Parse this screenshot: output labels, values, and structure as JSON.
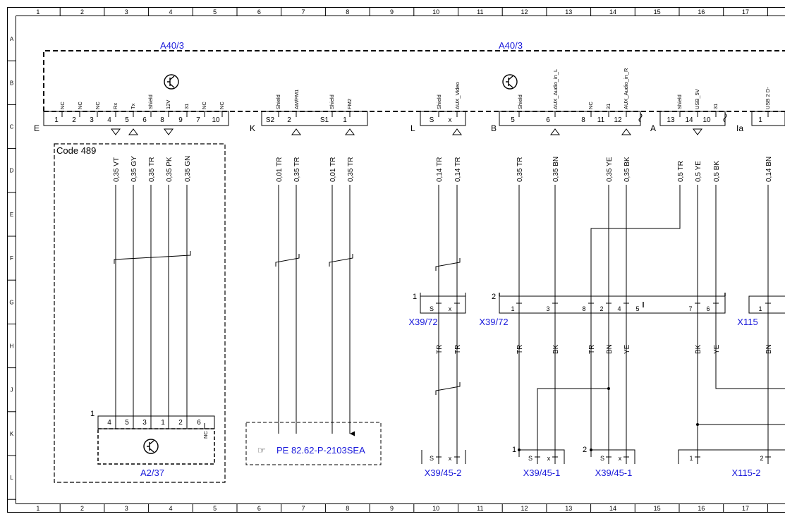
{
  "border": {
    "columns": [
      "1",
      "2",
      "3",
      "4",
      "5",
      "6",
      "7",
      "8",
      "9",
      "10",
      "11",
      "12",
      "13",
      "14",
      "15",
      "16",
      "17"
    ],
    "rows": [
      "A",
      "B",
      "C",
      "D",
      "E",
      "F",
      "G",
      "H",
      "J",
      "K",
      "L"
    ]
  },
  "module_labels": {
    "left": "A40/3",
    "right": "A40/3"
  },
  "connectors": {
    "E": {
      "letter": "E",
      "pins": [
        "1",
        "2",
        "3",
        "4",
        "5",
        "6",
        "8",
        "9",
        "7",
        "10"
      ],
      "signals": [
        "NC",
        "NC",
        "NC",
        "Rx",
        "Tx",
        "Shield",
        "12V",
        "31",
        "NC",
        "NC"
      ]
    },
    "K": {
      "letter": "K",
      "pins": [
        "S2",
        "2",
        "S1",
        "1"
      ],
      "signals": [
        "Shield",
        "AM/FM1",
        "Shield",
        "FM2"
      ]
    },
    "L": {
      "letter": "L",
      "pins": [
        "S",
        "x"
      ],
      "signals": [
        "Shield",
        "AUX_Video"
      ]
    },
    "B": {
      "letter": "B",
      "pins": [
        "5",
        "6",
        "8",
        "11",
        "12"
      ],
      "signals": [
        "Shield",
        "AUX_Audio_in_L",
        "NC",
        "31",
        "AUX_Audio_in_R"
      ]
    },
    "A": {
      "letter": "A",
      "pins": [
        "13",
        "14",
        "10"
      ],
      "signals": [
        "Shield",
        "USB_5V",
        "31"
      ]
    },
    "Ia": {
      "letter": "Ia",
      "pins": [
        "1"
      ],
      "signals": [
        "USB 2 D-"
      ]
    }
  },
  "code_box": {
    "label": "Code 489"
  },
  "wires": {
    "E": [
      "0,35 VT",
      "0,35 GY",
      "0,35 TR",
      "0,35 PK",
      "0,35 GN"
    ],
    "K": [
      "0,01 TR",
      "0,35 TR",
      "0,01 TR",
      "0,35 TR"
    ],
    "L": [
      "0,14 TR",
      "0,14 TR"
    ],
    "B": [
      "0,35 TR",
      "0,35 BN",
      "0,35 YE",
      "0,35 BK"
    ],
    "A": [
      "0,5 TR",
      "0,5 YE",
      "0,5 BK"
    ],
    "Ia": [
      "0,14 BN"
    ]
  },
  "plugs": {
    "x39_72_a": {
      "label": "X39/72",
      "num": "1",
      "pins": [
        "S",
        "x"
      ]
    },
    "x39_72_b": {
      "label": "X39/72",
      "num": "2",
      "pins": [
        "1",
        "3",
        "8",
        "2",
        "4",
        "5",
        "7",
        "6"
      ]
    },
    "x115": {
      "label": "X115",
      "num": "1"
    }
  },
  "wire_colors_h": {
    "left": [
      "TR",
      "TR"
    ],
    "mid": [
      "TR",
      "BK",
      "TR",
      "BN",
      "YE"
    ],
    "right": [
      "BK",
      "YE",
      "BN"
    ]
  },
  "a2_37": {
    "label": "A2/37",
    "num": "1",
    "pins": [
      "4",
      "5",
      "3",
      "1",
      "2",
      "6"
    ],
    "nc": "NC"
  },
  "ref_box": {
    "text": "PE 82.62-P-2103SEA"
  },
  "bottom": {
    "x39_45_2": {
      "label": "X39/45-2",
      "pins": [
        "S",
        "x"
      ]
    },
    "x39_45_1a": {
      "label": "X39/45-1",
      "num": "1",
      "pins": [
        "S",
        "x"
      ]
    },
    "x39_45_1b": {
      "label": "X39/45-1",
      "num": "2",
      "pins": [
        "S",
        "x"
      ]
    },
    "x115_2": {
      "label": "X115-2",
      "pins": [
        "1",
        "2"
      ]
    }
  }
}
